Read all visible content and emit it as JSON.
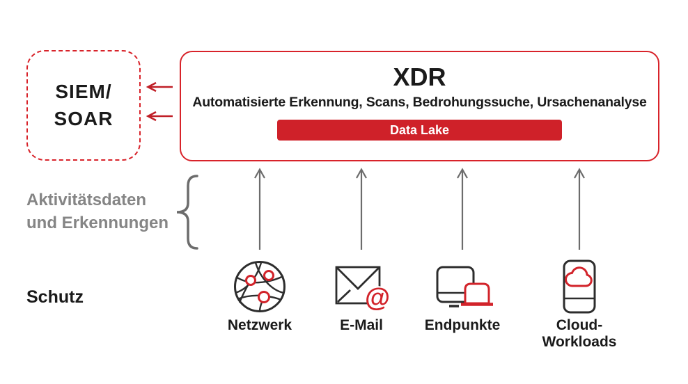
{
  "colors": {
    "accent_red": "#d2232a",
    "data_lake_red": "#cf2129",
    "arrow_gray": "#6c6c6c",
    "label_gray": "#858585",
    "text_dark": "#1a1a1a",
    "icon_dark": "#2d2d2d"
  },
  "siem_soar_box": {
    "line1": "SIEM/",
    "line2": "SOAR"
  },
  "xdr_box": {
    "title": "XDR",
    "subtitle": "Automatisierte Erkennung, Scans, Bedrohungssuche, Ursachenanalyse",
    "data_lake_label": "Data Lake"
  },
  "annotations": {
    "activity_label_line1": "Aktivitätsdaten",
    "activity_label_line2": "und Erkennungen",
    "protection_label": "Schutz"
  },
  "sources": [
    {
      "label": "Netzwerk",
      "icon": "network-globe-icon"
    },
    {
      "label": "E-Mail",
      "icon": "email-envelope-icon"
    },
    {
      "label": "Endpunkte",
      "icon": "endpoints-devices-icon"
    },
    {
      "label": "Cloud-Workloads",
      "icon": "cloud-workloads-icon"
    }
  ],
  "icons": {
    "email_at_symbol": "@"
  }
}
